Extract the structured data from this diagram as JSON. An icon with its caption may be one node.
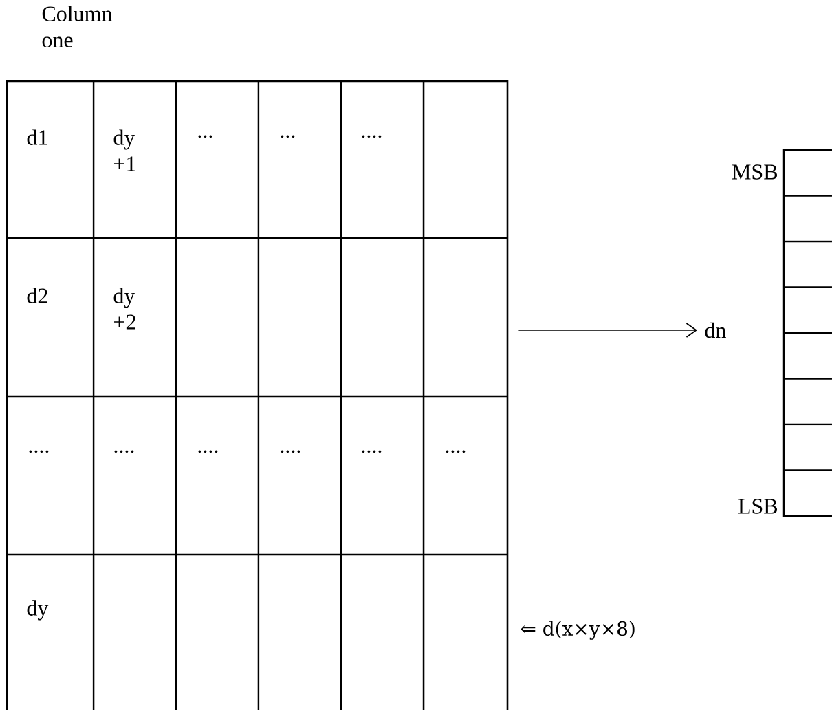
{
  "diagram": {
    "nodes": [
      {
        "text": [],
        "shape": "box",
        "beside": [
          "⇐ d(x×y×8)"
        ]
      },
      {
        "text": [
          "dn"
        ]
      },
      {
        "text": [],
        "shape": "box",
        "beside": [
          "MSB",
          "LSB"
        ]
      }
    ],
    "edges": [
      {
        "from": 0,
        "to": 1,
        "arrow": "to"
      }
    ],
    "labels": [
      "Column one",
      "d1",
      "dy +1",
      "...",
      "...",
      "....",
      "d2",
      "dy +2",
      "....",
      "....",
      "....",
      "....",
      "....",
      "....",
      "dy"
    ]
  }
}
